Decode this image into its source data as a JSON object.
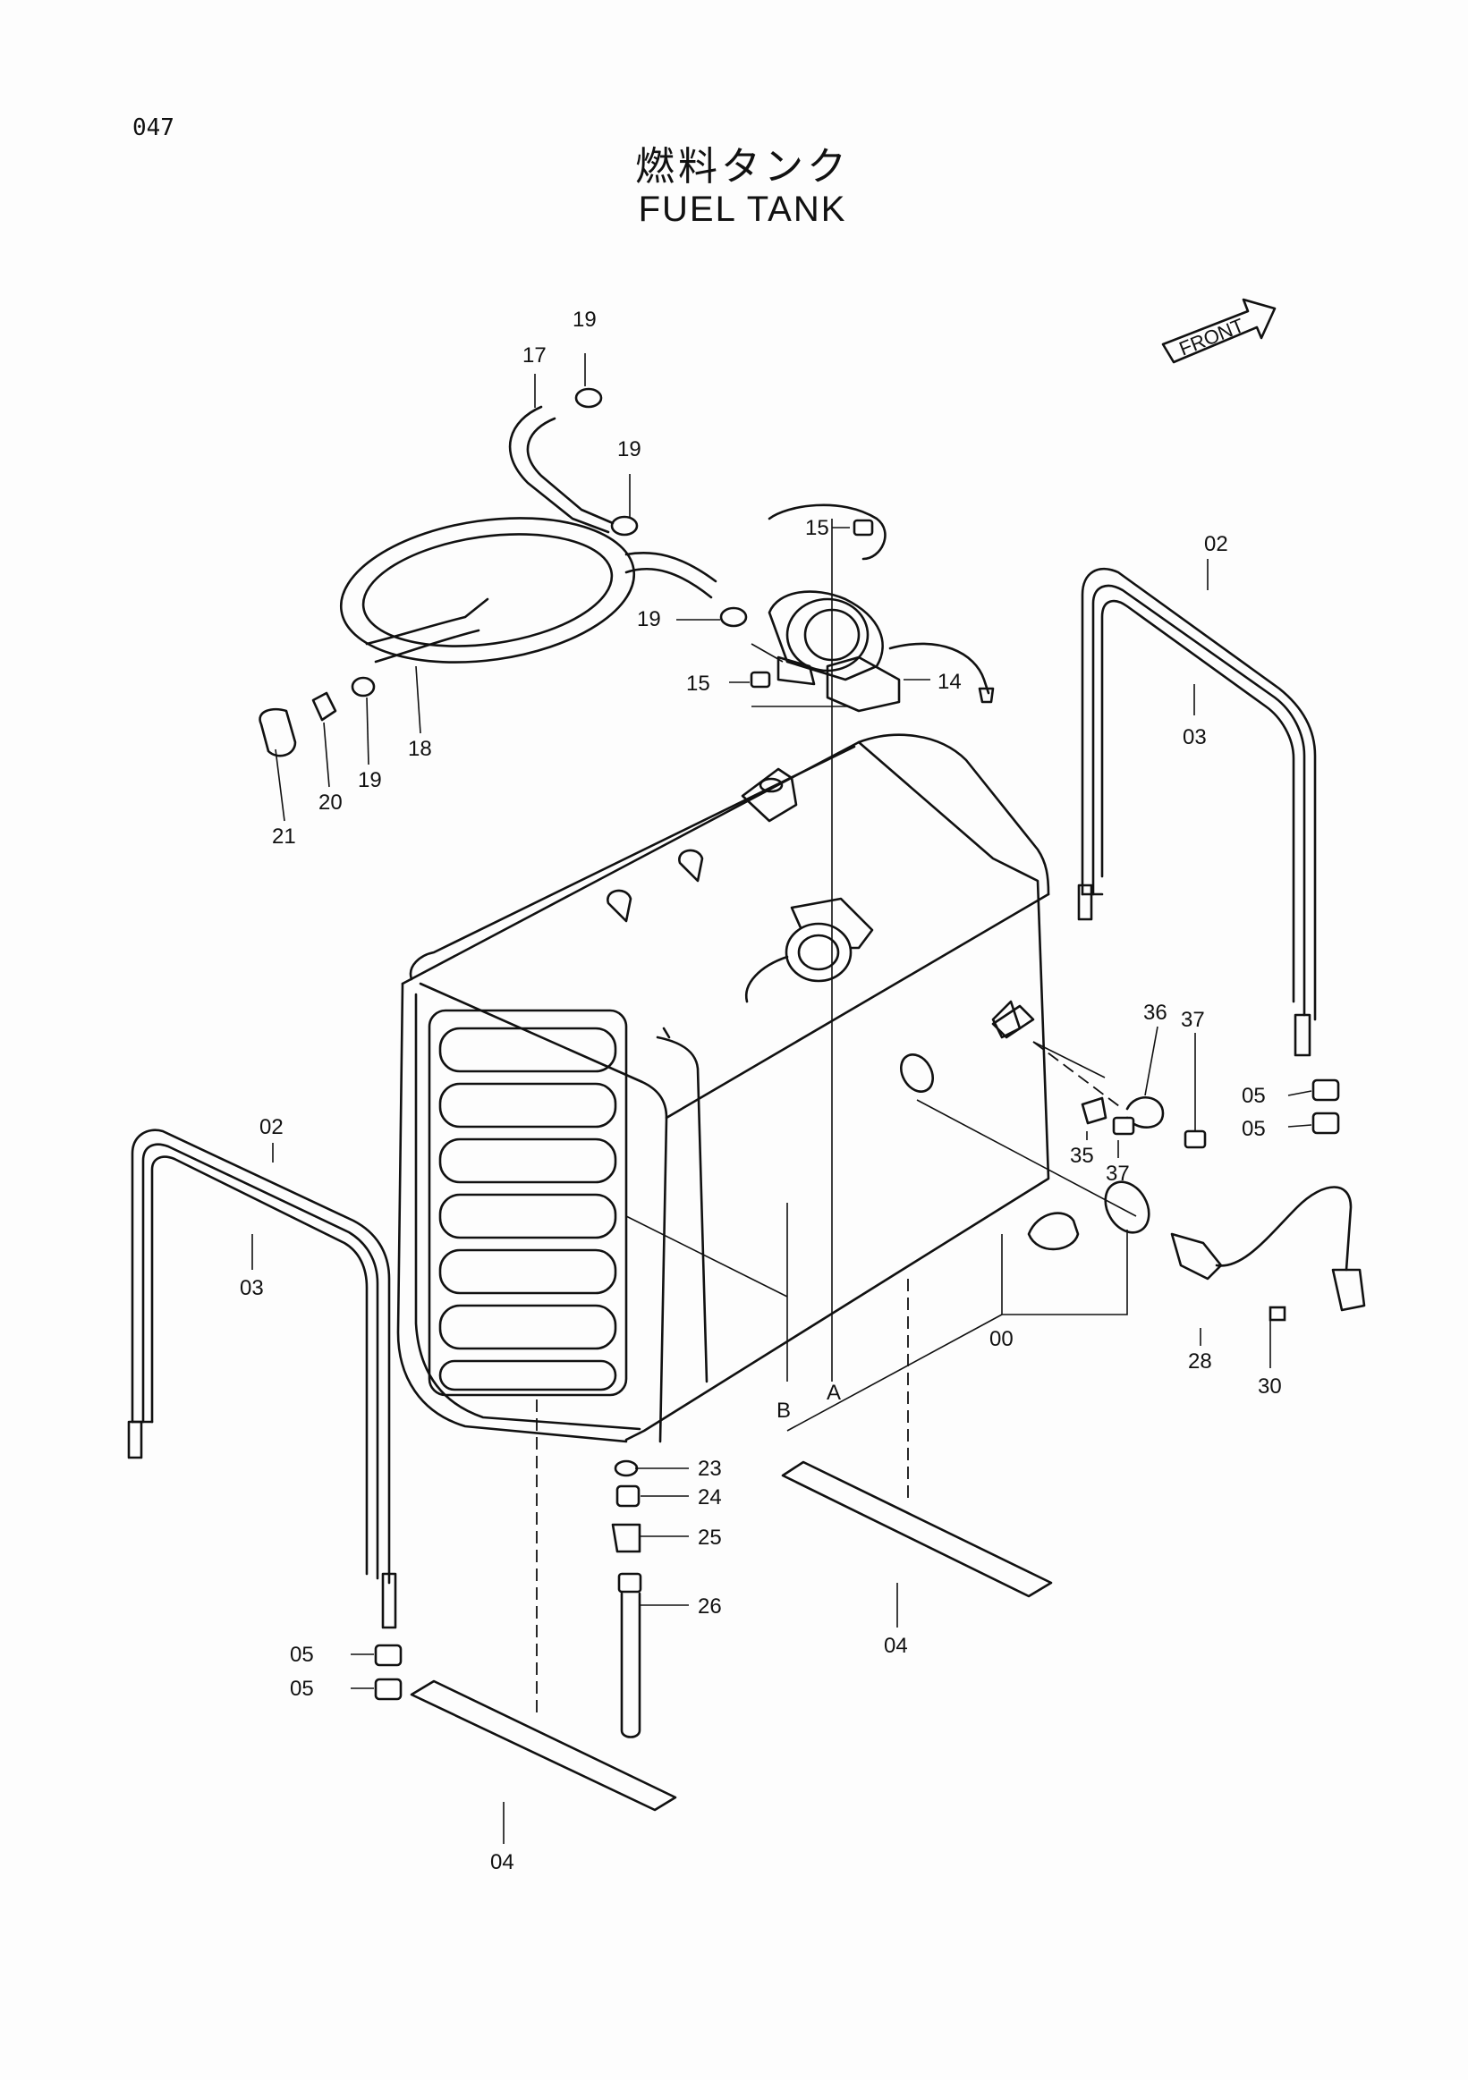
{
  "page_number": "047",
  "title_jp": "燃料タンク",
  "title_en": "FUEL  TANK",
  "front_label": "FRONT",
  "callouts": {
    "c19a": "19",
    "c17": "17",
    "c19b": "19",
    "c15a": "15",
    "c02r": "02",
    "c19c": "19",
    "c15b": "15",
    "c14": "14",
    "c03r": "03",
    "c21": "21",
    "c20": "20",
    "c19d": "19",
    "c18": "18",
    "c36": "36",
    "c37a": "37",
    "c05a": "05",
    "c05b": "05",
    "c35": "35",
    "c37b": "37",
    "c02l": "02",
    "c03l": "03",
    "c00": "00",
    "c28": "28",
    "c30": "30",
    "cB": "B",
    "cA": "A",
    "c23": "23",
    "c24": "24",
    "c25": "25",
    "c26": "26",
    "c04r": "04",
    "c05c": "05",
    "c05d": "05",
    "c04l": "04"
  }
}
